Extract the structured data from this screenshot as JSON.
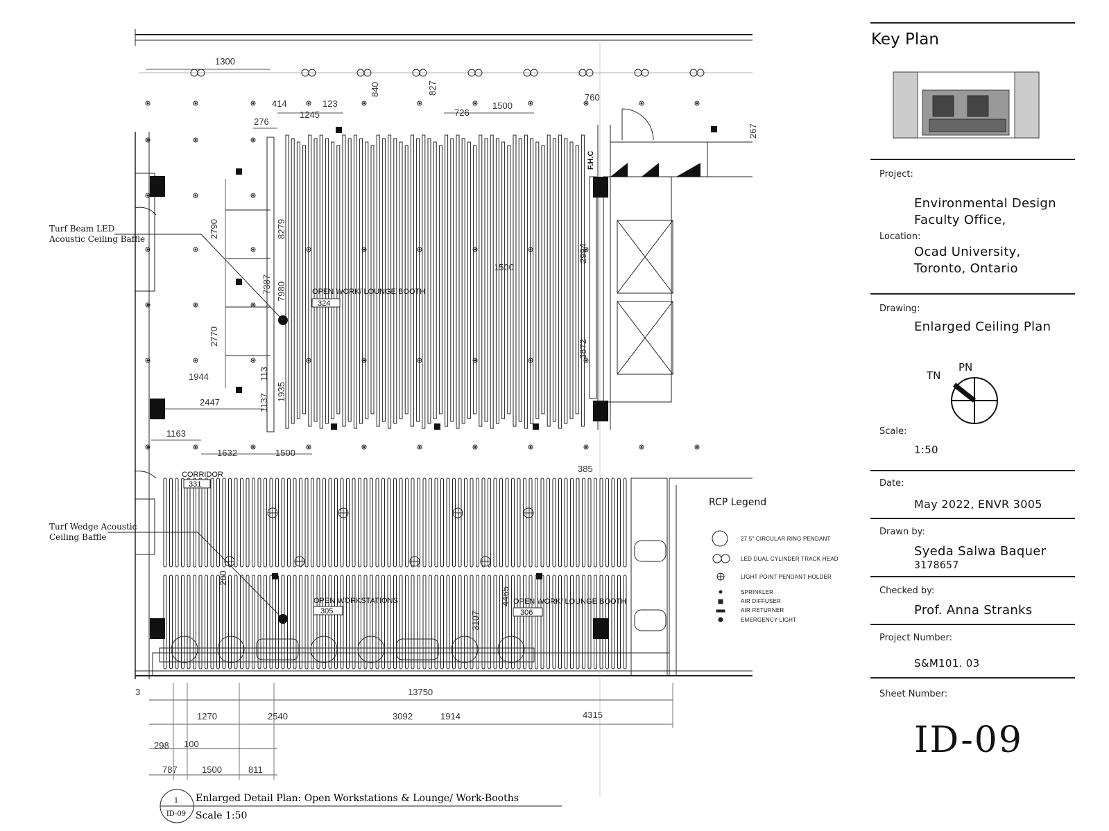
{
  "title_block": {
    "key_plan_heading": "Key Plan",
    "project_label": "Project:",
    "project_lines": [
      "Environmental Design",
      "Faculty Office,"
    ],
    "location_label": "Location:",
    "location_lines": [
      "Ocad University,",
      "Toronto, Ontario"
    ],
    "drawing_label": "Drawing:",
    "drawing_value": "Enlarged Ceiling Plan",
    "north_true": "TN",
    "north_project": "PN",
    "scale_label": "Scale:",
    "scale_value": "1:50",
    "date_label": "Date:",
    "date_value": "May 2022, ENVR 3005",
    "drawn_label": "Drawn by:",
    "drawn_name": "Syeda Salwa Baquer",
    "drawn_id": "3178657",
    "checked_label": "Checked by:",
    "checked_value": "Prof. Anna Stranks",
    "project_number_label": "Project Number:",
    "project_number_value": "S&M101. 03",
    "sheet_label": "Sheet Number:",
    "sheet_value": "ID-09"
  },
  "callouts": {
    "turf_beam": [
      "Turf Beam LED",
      "Acoustic Ceiling Baffle"
    ],
    "turf_wedge": [
      "Turf Wedge Acoustic",
      "Ceiling Baffle"
    ]
  },
  "rooms": {
    "booth_upper_name": "OPEN WORK/ LOUNGE BOOTH",
    "booth_upper_num": "324",
    "corridor_name": "CORRIDOR",
    "corridor_num": "331",
    "workstations_name": "OPEN WORKSTATIONS",
    "workstations_num": "305",
    "booth_lower_name": "OPEN WORK/ LOUNGE BOOTH",
    "booth_lower_num": "306",
    "fhc": "F.H.C"
  },
  "dimensions": {
    "d1300": "1300",
    "d414": "414",
    "d123": "123",
    "d840": "840",
    "d827": "827",
    "d760": "760",
    "d1245": "1245",
    "d726": "726",
    "d1500a": "1500",
    "d276": "276",
    "d267": "267",
    "d2790": "2790",
    "d8279": "8279",
    "d7387": "7387",
    "d7980": "7980",
    "d1500b": "1500",
    "d2994": "2994",
    "d2770": "2770",
    "d1944": "1944",
    "d1137": "1137",
    "d113": "113",
    "d1935": "1935",
    "d3872": "3872",
    "d2447": "2447",
    "d1163": "1163",
    "d1632": "1632",
    "d1500c": "1500",
    "d385": "385",
    "d200": "200",
    "d4465": "4465",
    "d3107": "3107",
    "d13750": "13750",
    "d1270": "1270",
    "d2540": "2540",
    "d3092": "3092",
    "d1914": "1914",
    "d4315": "4315",
    "d298": "298",
    "d100": "100",
    "d787": "787",
    "d1500d": "1500",
    "d811": "811",
    "d3": "3"
  },
  "legend": {
    "title": "RCP Legend",
    "items": [
      {
        "icon": "ring-pendant-icon",
        "label": "27.5\" CIRCULAR RING PENDANT"
      },
      {
        "icon": "track-head-icon",
        "label": "LED DUAL CYLINDER TRACK HEAD"
      },
      {
        "icon": "pendant-holder-icon",
        "label": "LIGHT POINT PENDANT HOLDER"
      },
      {
        "icon": "sprinkler-icon",
        "label": "SPRINKLER"
      },
      {
        "icon": "air-diffuser-icon",
        "label": "AIR DIFFUSER"
      },
      {
        "icon": "air-returner-icon",
        "label": "AIR RETURNER"
      },
      {
        "icon": "emergency-light-icon",
        "label": "EMERGENCY LIGHT"
      }
    ]
  },
  "detail": {
    "number": "1",
    "sheet": "ID-09",
    "title": "Enlarged Detail Plan: Open Workstations & Lounge/ Work-Booths",
    "scale": "Scale 1:50"
  }
}
